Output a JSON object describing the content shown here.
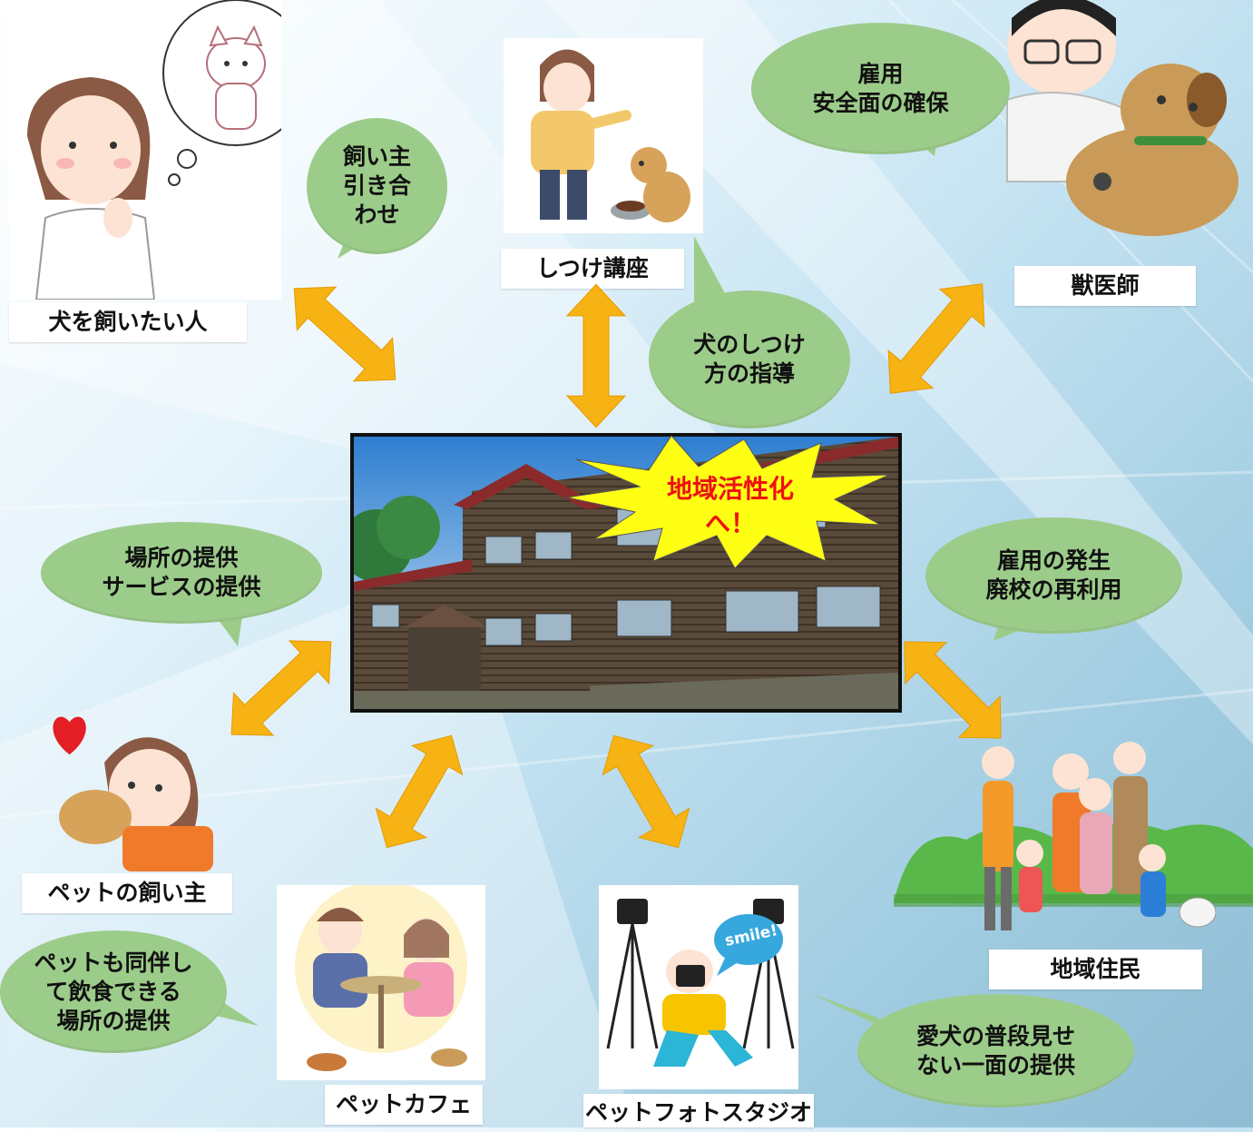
{
  "center": {
    "burst_line1": "地域活性化",
    "burst_line2": "へ！"
  },
  "nodes": {
    "want_dog": "犬を飼いたい人",
    "training": "しつけ講座",
    "vet": "獣医師",
    "pet_owner": "ペットの飼い主",
    "pet_cafe": "ペットカフェ",
    "photo_studio": "ペットフォトスタジオ",
    "residents": "地域住民"
  },
  "bubbles": {
    "matching": "飼い主\n引き合\nわせ",
    "employment_safety": "雇用\n安全面の確保",
    "training_guidance": "犬のしつけ\n方の指導",
    "place_service": "場所の提供\nサービスの提供",
    "employment_reuse": "雇用の発生\n廃校の再利用",
    "cafe_place": "ペットも同伴し\nて飲食できる\n場所の提供",
    "photo_side": "愛犬の普段見せ\nない一面の提供"
  },
  "photo_sign": "smile!",
  "colors": {
    "bubble": "#9ccc8a",
    "arrow": "#f7b314",
    "burst": "#ffff14",
    "burst_text": "#e11111"
  }
}
